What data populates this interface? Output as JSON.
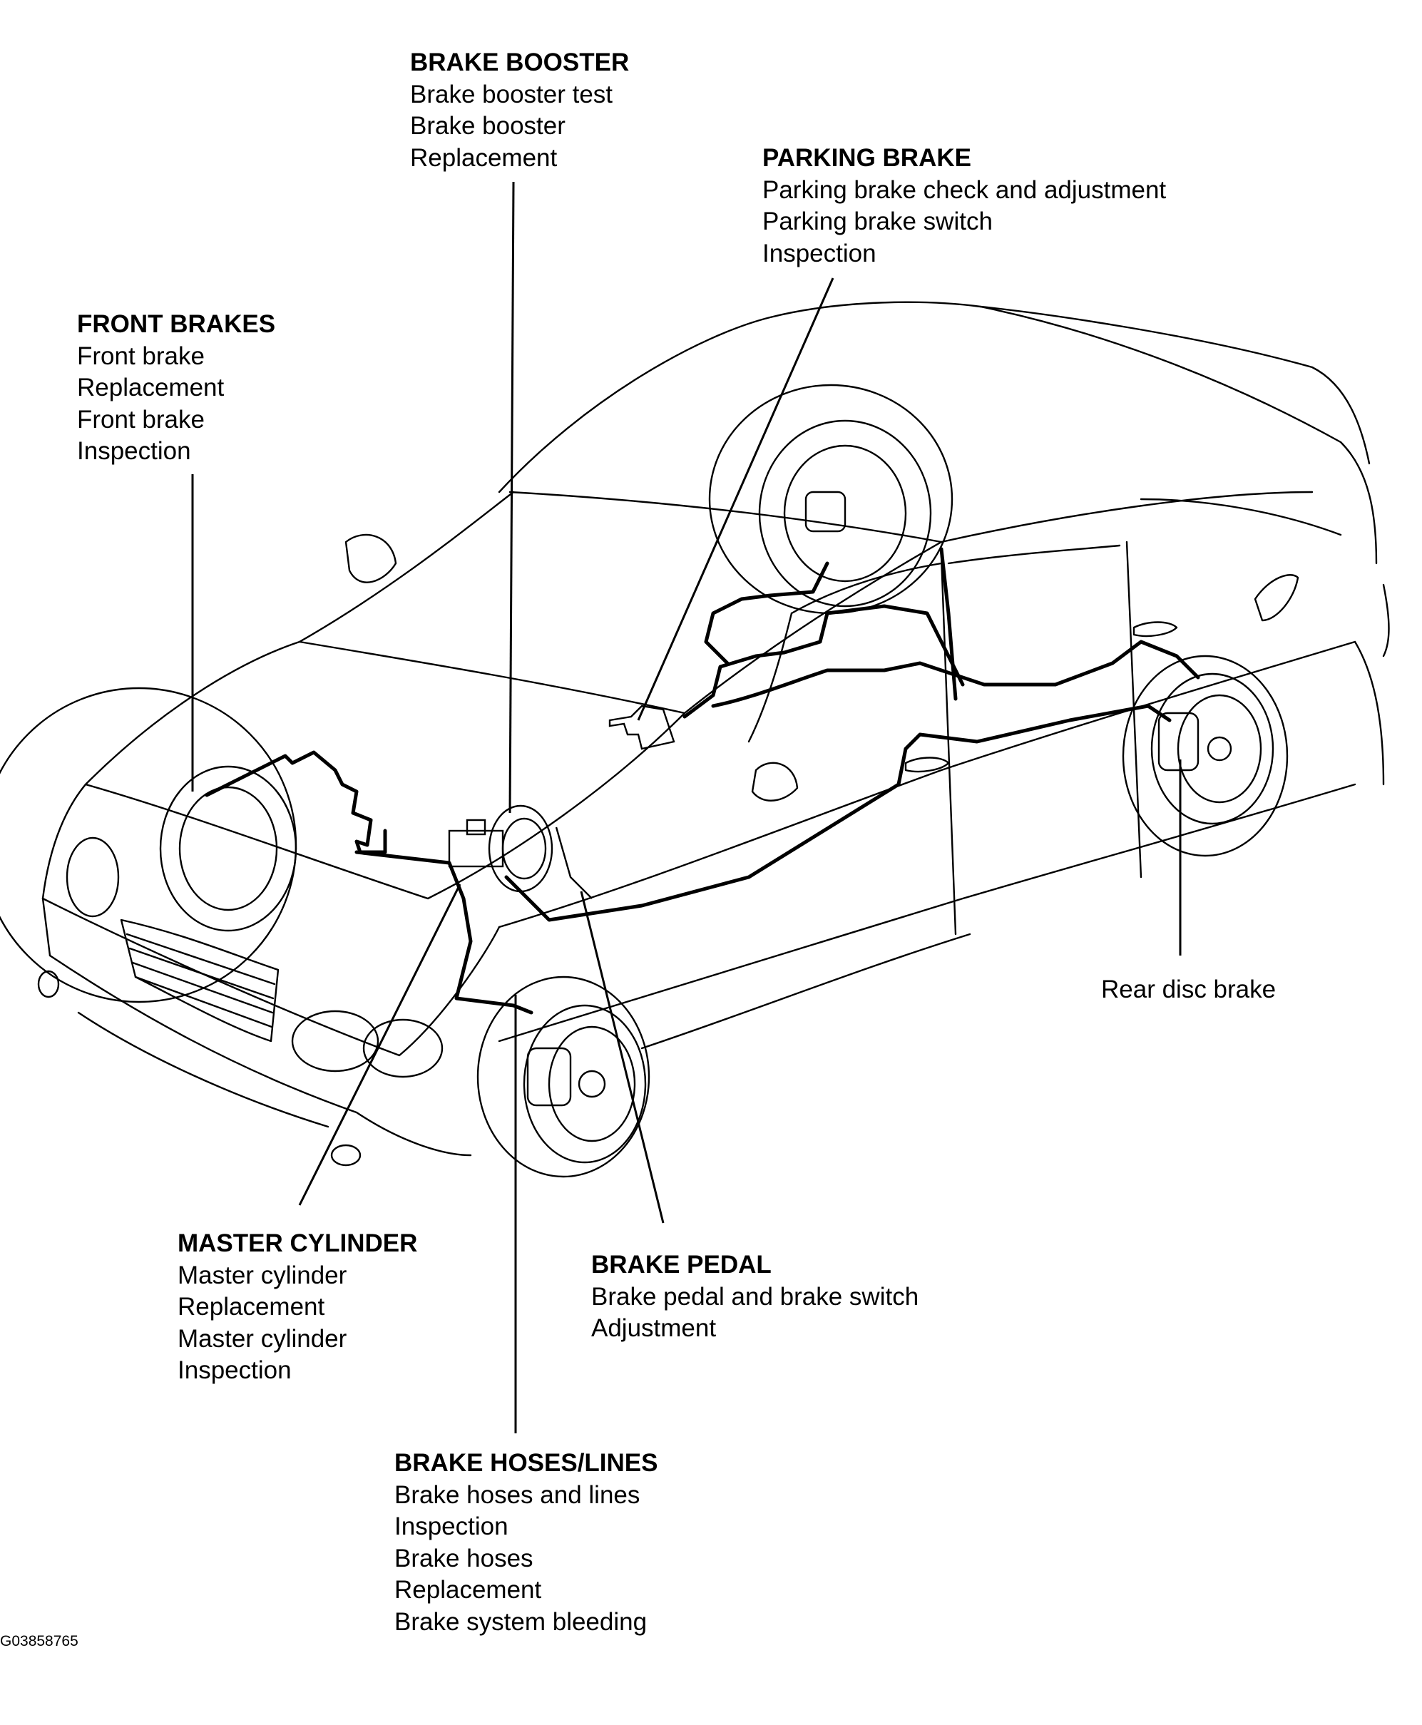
{
  "labels": {
    "brake_booster": {
      "heading": "BRAKE BOOSTER",
      "lines": [
        "Brake booster test",
        "Brake booster",
        "Replacement"
      ]
    },
    "parking_brake": {
      "heading": "PARKING BRAKE",
      "lines": [
        "Parking brake check and adjustment",
        "Parking brake switch",
        "Inspection"
      ]
    },
    "front_brakes": {
      "heading": "FRONT BRAKES",
      "lines": [
        "Front brake",
        "Replacement",
        "Front brake",
        "Inspection"
      ]
    },
    "rear_disc_brake": {
      "heading": "",
      "lines": [
        "Rear disc brake"
      ]
    },
    "master_cylinder": {
      "heading": "MASTER CYLINDER",
      "lines": [
        "Master cylinder",
        "Replacement",
        "Master cylinder",
        "Inspection"
      ]
    },
    "brake_pedal": {
      "heading": "BRAKE PEDAL",
      "lines": [
        "Brake pedal and brake switch",
        "Adjustment"
      ]
    },
    "brake_hoses_lines": {
      "heading": "BRAKE HOSES/LINES",
      "lines": [
        "Brake hoses and lines",
        "Inspection",
        "Brake hoses",
        "Replacement",
        "Brake system bleeding"
      ]
    }
  },
  "figure_code": "G03858765"
}
